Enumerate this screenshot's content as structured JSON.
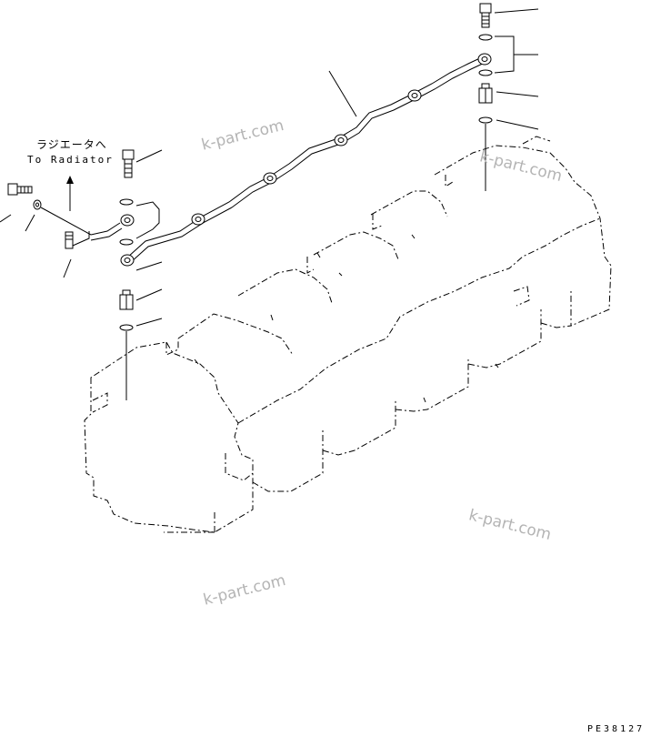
{
  "radiator_label_jp": "ラジエータへ",
  "radiator_label_en": "To Radiator",
  "drawing_code": "PE38127",
  "watermark": "k-part.com",
  "icons": {
    "arrow": "up-arrow-icon"
  }
}
